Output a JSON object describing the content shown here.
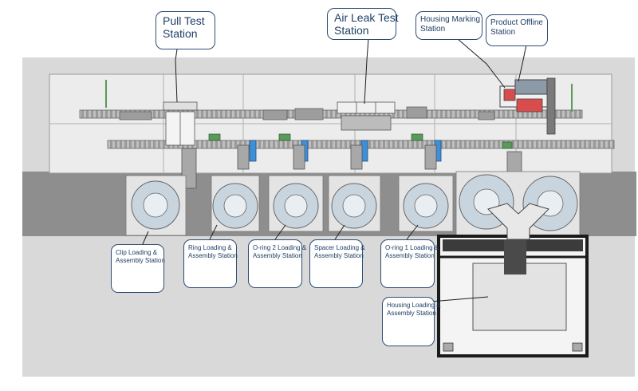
{
  "callouts": {
    "pull_test": [
      "Pull Test",
      "Station"
    ],
    "air_leak": [
      "Air Leak Test",
      "Station"
    ],
    "housing_marking": [
      "Housing Marking",
      "Station"
    ],
    "product_offline": [
      "Product Offline",
      "Station"
    ],
    "clip_loading": [
      "Clip Loading &",
      "Assembly Station"
    ],
    "ring_loading": [
      "Ring Loading &",
      "Assembly Station"
    ],
    "oring2_loading": [
      "O-ring 2 Loading &",
      "Assembly Station"
    ],
    "spacer_loading": [
      "Spacer Loading &",
      "Assembly Station"
    ],
    "oring1_loading": [
      "O-ring 1 Loading &",
      "Assembly Station"
    ],
    "housing_loading": [
      "Housing Loading &",
      "Assembly Station"
    ]
  },
  "colors": {
    "frame_gray": "#d9d9d9",
    "dark_frame": "#8c8c8c",
    "table": "#ececec",
    "bowl": "#c9d5de",
    "accent_blue": "#3f8fd6",
    "marking_red": "#d94c4c",
    "callout_border": "#2e4d73",
    "callout_text": "#1f3f66"
  }
}
